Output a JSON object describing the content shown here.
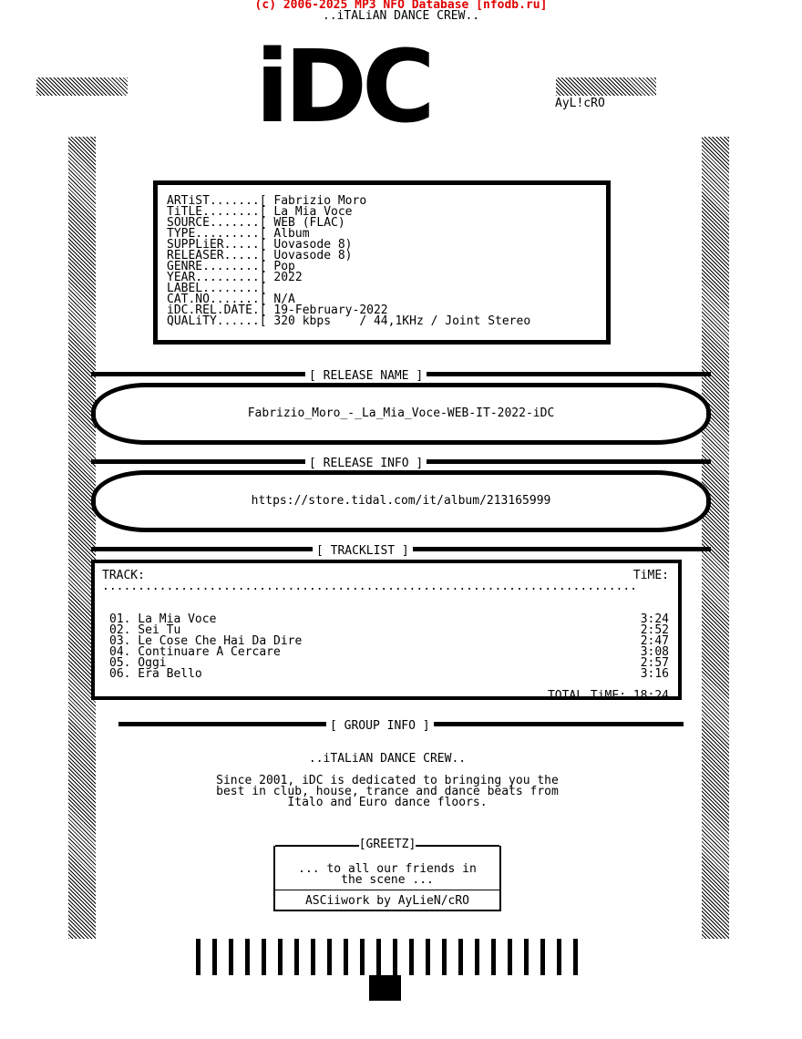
{
  "header": {
    "copyright": "(c) 2006-2025 MP3 NFO Database [nfodb.ru]",
    "crew": "..iTALiAN DANCE CREW..",
    "logo": "iDC",
    "art_credit": "AyL!cRO"
  },
  "info": [
    {
      "label": "ARTiST.......[",
      "value": "Fabrizio Moro"
    },
    {
      "label": "TiTLE........[",
      "value": "La Mia Voce"
    },
    {
      "label": "SOURCE.......[",
      "value": "WEB (FLAC)"
    },
    {
      "label": "TYPE.........[",
      "value": "Album"
    },
    {
      "label": "SUPPLiER.....[",
      "value": "Uovasode 8)"
    },
    {
      "label": "RELEASER.....[",
      "value": "Uovasode 8)"
    },
    {
      "label": "GENRE........[",
      "value": "Pop"
    },
    {
      "label": "YEAR.........[",
      "value": "2022"
    },
    {
      "label": "LABEL........[",
      "value": ""
    },
    {
      "label": "CAT.NO.......[",
      "value": "N/A"
    },
    {
      "label": "iDC.REL.DATE.[",
      "value": "19-February-2022"
    },
    {
      "label": "QUALiTY......[",
      "value": "320 kbps    / 44,1KHz / Joint Stereo"
    }
  ],
  "release_name": {
    "heading": "[ RELEASE NAME ]",
    "value": "Fabrizio_Moro_-_La_Mia_Voce-WEB-IT-2022-iDC"
  },
  "release_info": {
    "heading": "[ RELEASE INFO ]",
    "value": "https://store.tidal.com/it/album/213165999"
  },
  "tracklist": {
    "heading": "[ TRACKLIST ]",
    "col_track": "TRACK:",
    "col_time": "TiME:",
    "divider": "...........................................................................",
    "tracks": [
      {
        "name": "01. La Mia Voce",
        "time": "3:24"
      },
      {
        "name": "02. Sei Tu",
        "time": "2:52"
      },
      {
        "name": "03. Le Cose Che Hai Da Dire",
        "time": "2:47"
      },
      {
        "name": "04. Continuare A Cercare",
        "time": "3:08"
      },
      {
        "name": "05. Oggi",
        "time": "2:57"
      },
      {
        "name": "06. Era Bello",
        "time": "3:16"
      }
    ],
    "total": "TOTAL TiME: 18:24"
  },
  "group_info": {
    "heading": "[ GROUP INFO ]",
    "crew": "..iTALiAN DANCE CREW..",
    "lines": [
      "Since 2001, iDC is dedicated to bringing you the",
      "best in club, house, trance and dance beats from",
      "Italo and Euro dance floors."
    ]
  },
  "greetz": {
    "heading": "[GREETZ]",
    "lines": [
      "... to all our friends in",
      "the scene ..."
    ],
    "credit": "ASCiiwork by AyLieN/cRO"
  }
}
